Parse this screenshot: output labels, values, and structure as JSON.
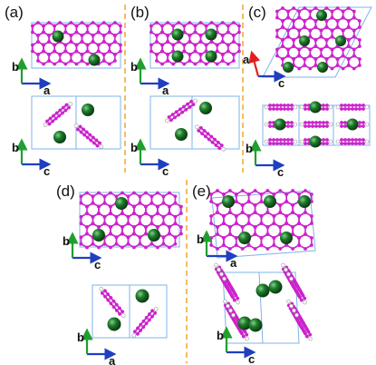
{
  "panels": [
    {
      "id": "a",
      "label": "(a)",
      "views": [
        {
          "h": "a",
          "v": "b"
        },
        {
          "h": "c",
          "v": "b"
        }
      ]
    },
    {
      "id": "b",
      "label": "(b)",
      "views": [
        {
          "h": "a",
          "v": "b"
        },
        {
          "h": "c",
          "v": "b"
        }
      ]
    },
    {
      "id": "c",
      "label": "(c)",
      "views": [
        {
          "h": "c",
          "v": "a"
        },
        {
          "h": "c",
          "v": "b"
        }
      ]
    },
    {
      "id": "d",
      "label": "(d)",
      "views": [
        {
          "h": "c",
          "v": "b"
        },
        {
          "h": "a",
          "v": "b"
        }
      ]
    },
    {
      "id": "e",
      "label": "(e)",
      "views": [
        {
          "h": "a",
          "v": "b"
        },
        {
          "h": "c",
          "v": "b"
        }
      ]
    }
  ],
  "colors": {
    "carbon": "#cc22cc",
    "hydrogen": "#ffffff",
    "metal_atom": "#1e7a2a",
    "cell_edge": "#7fb3e8",
    "separator": "#f0a020",
    "axis_horizontal": "#1f3fbf",
    "axis_vertical": "#1f9f2f"
  }
}
